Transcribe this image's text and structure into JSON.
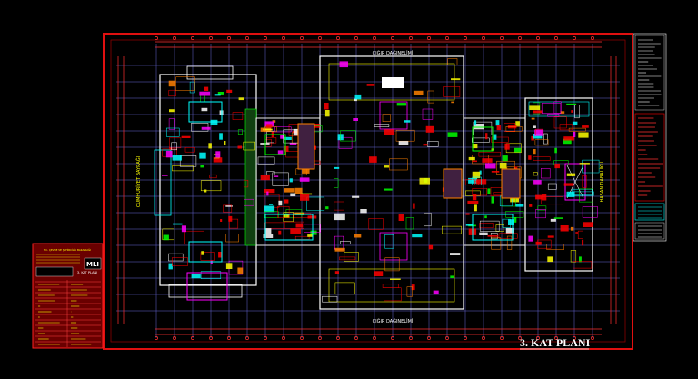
{
  "drawing": {
    "plan_title": "3. KAT PLANI",
    "street_top": "ÇIĞIR DAĞINELİMİ",
    "street_bottom": "ÇIĞIR DAĞINELİMİ",
    "street_left": "CUMHURİYET BAYRAĞI",
    "street_right": "HASAN DABALİKLİ",
    "title_block": {
      "header": "T.C. ÇEVRE VE ŞEHİRCİLİK BAKANLIĞI",
      "logo": "MLI",
      "sheet_label": "3. KAT PLANI"
    }
  },
  "colors": {
    "background": "#000000",
    "frame": "#ff0000",
    "wall": "#ffffff",
    "grid": "#8080ff",
    "cyan": "#00ffff",
    "green": "#00ff00",
    "yellow": "#ffff00",
    "magenta": "#ff00ff",
    "orange": "#ff8000"
  }
}
